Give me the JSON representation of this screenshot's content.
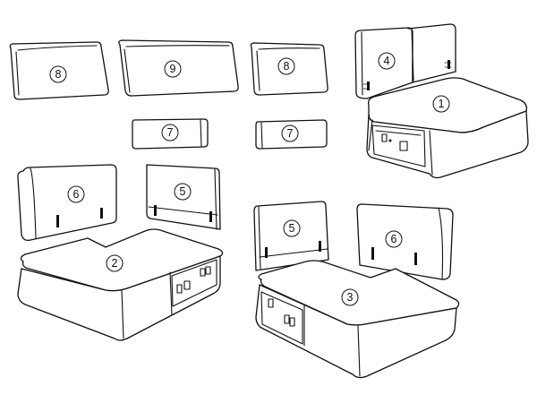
{
  "labels": {
    "p1": "1",
    "p2": "2",
    "p3": "3",
    "p4": "4",
    "p5a": "5",
    "p5b": "5",
    "p6a": "6",
    "p6b": "6",
    "p7a": "7",
    "p7b": "7",
    "p8a": "8",
    "p8b": "8",
    "p9": "9"
  },
  "colors": {
    "stroke": "#111111",
    "fill": "#ffffff"
  }
}
